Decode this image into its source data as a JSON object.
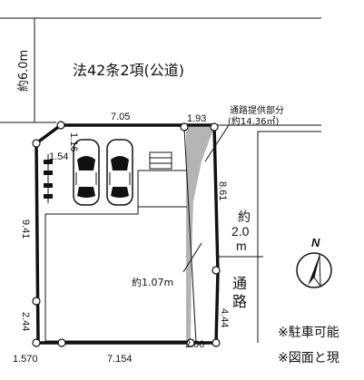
{
  "road_top": {
    "label": "法42条2項(公道)",
    "width_label": "約6.0m"
  },
  "road_side": {
    "label_chars": [
      "通",
      "路"
    ],
    "width_value": "2.0",
    "width_unit": "m",
    "width_prefix": "約"
  },
  "setback": {
    "label_line1": "通路提供部分",
    "label_line2": "(約14.36㎡)"
  },
  "dimensions": {
    "top": "7.05",
    "top_right": "1.93",
    "left_small_1": "1.16",
    "left_small_2": "1.54",
    "left_long": "9.41",
    "left_bottom": "2.44",
    "right": "8.61",
    "right_lower": "4.44",
    "bottom_left": "1.570",
    "bottom_mid": "7.154",
    "bottom_right": "2.00",
    "setback_width": "約1.07m"
  },
  "notes": {
    "line1": "※駐車可能",
    "line2": "※図面と現"
  },
  "compass": {
    "label": "N"
  },
  "colors": {
    "line": "#111111",
    "setback_fill": "#b4b4b4",
    "white": "#ffffff"
  }
}
